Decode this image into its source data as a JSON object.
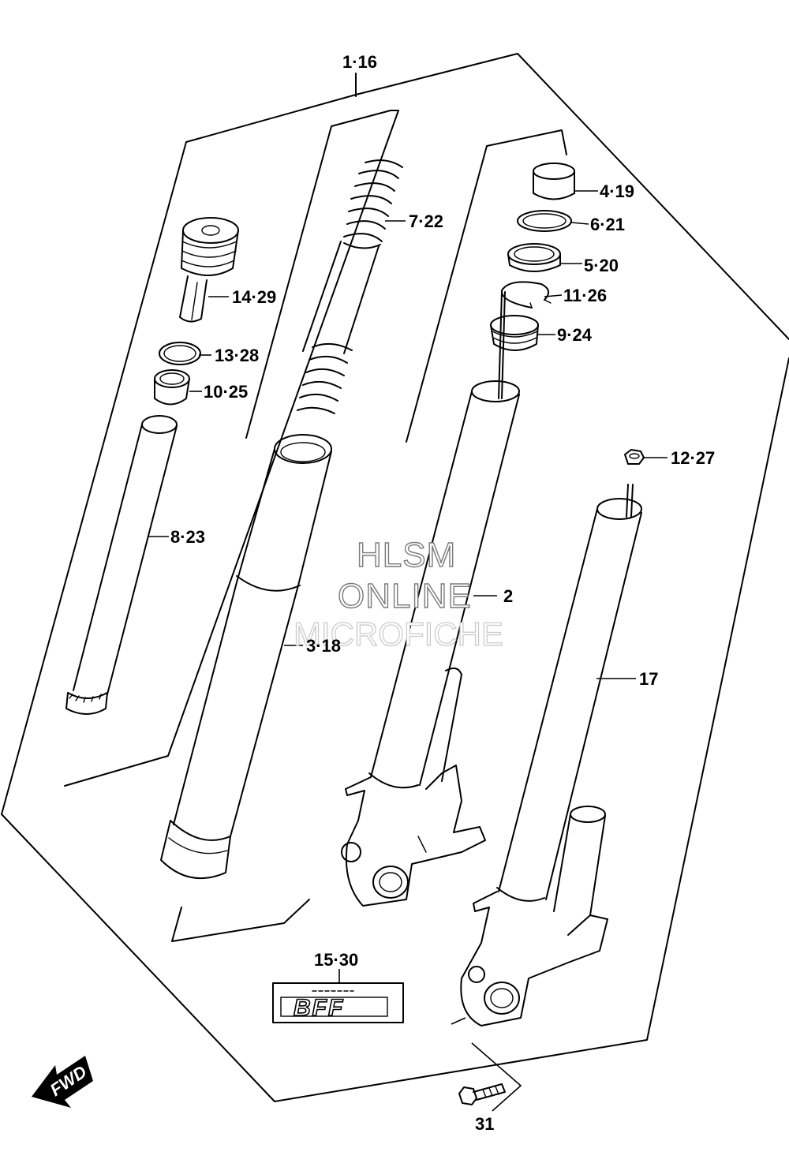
{
  "labels": {
    "assembly": "1·16",
    "p4_19": "4·19",
    "p6_21": "6·21",
    "p5_20": "5·20",
    "p11_26": "11·26",
    "p9_24": "9·24",
    "p7_22": "7·22",
    "p14_29": "14·29",
    "p13_28": "13·28",
    "p10_25": "10·25",
    "p12_27": "12·27",
    "p8_23": "8·23",
    "p2": "2",
    "p3_18": "3·18",
    "p17": "17",
    "p15_30": "15·30",
    "p31": "31"
  },
  "watermark": {
    "line1": "HLSM",
    "line2": "ONLINE",
    "line3": "MICROFICHE"
  },
  "decal_text": "BFF",
  "fwd_arrow_text": "FWD"
}
